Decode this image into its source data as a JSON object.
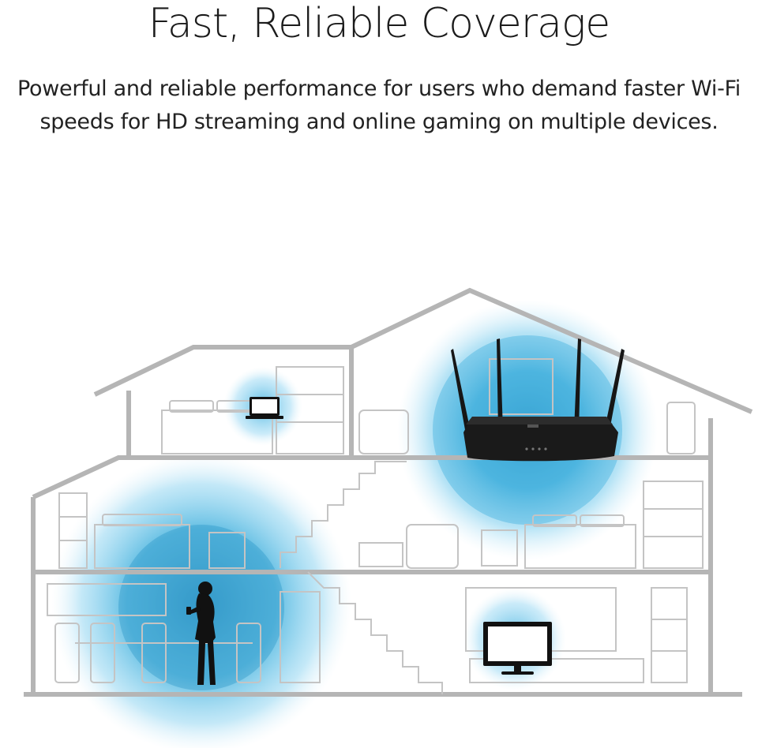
{
  "heading": {
    "title": "Fast, Reliable Coverage",
    "subtitle_line1": "Powerful and reliable performance for users who demand faster Wi-Fi",
    "subtitle_line2": "speeds for HD streaming and online gaming on multiple devices."
  },
  "illustration": {
    "subject": "house-cutaway",
    "devices": [
      "router",
      "laptop",
      "smartphone-user",
      "tv"
    ],
    "coverage_color": "#2aa7d9",
    "line_color": "#b8b8b8",
    "router_color": "#161616"
  }
}
